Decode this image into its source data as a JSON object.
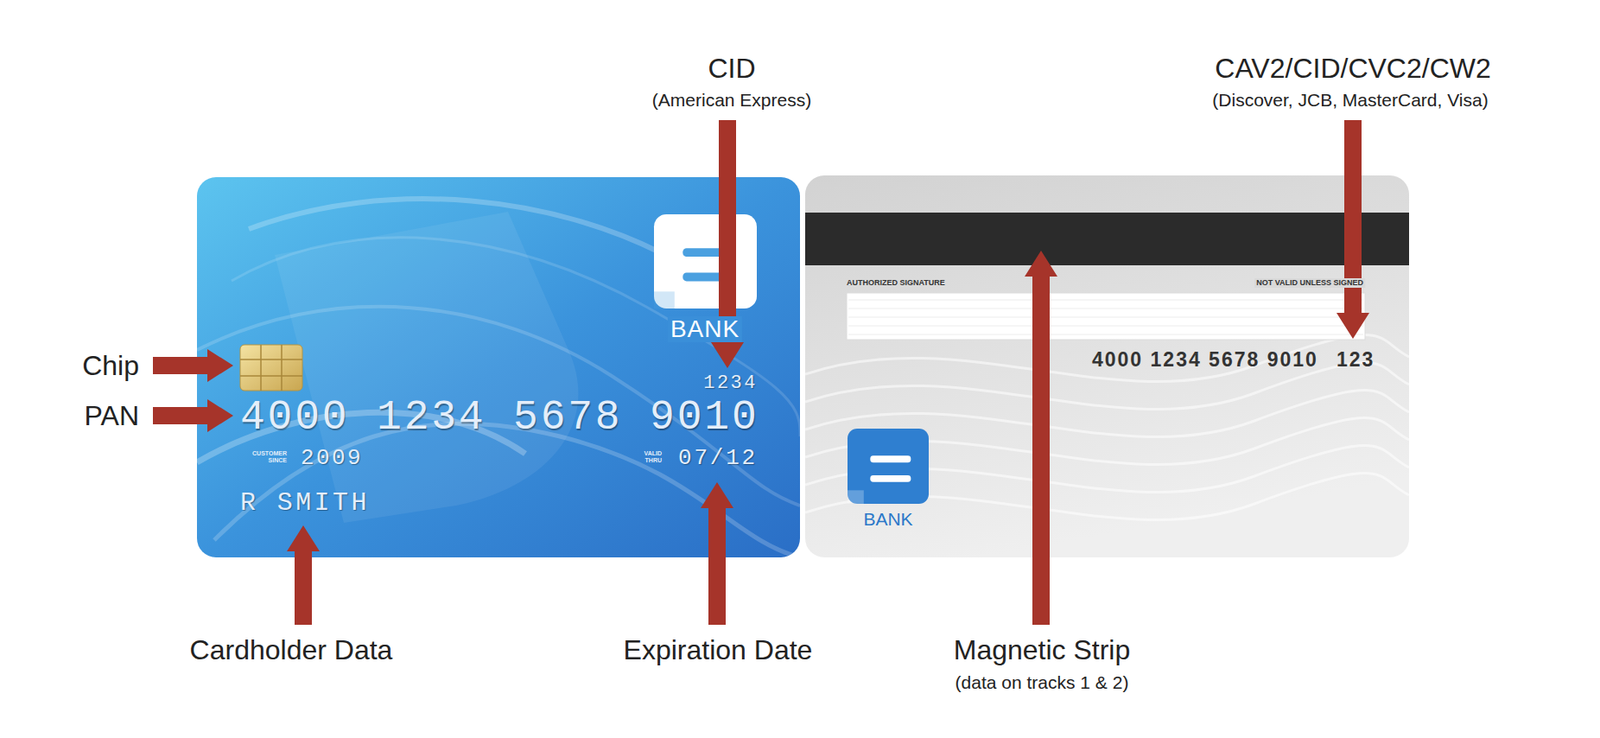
{
  "diagram": {
    "nodes": [
      {
        "text": [
          "BANK",
          "1234",
          "4000 1234 5678 9010",
          "CUSTOMER SINCE",
          "2009",
          "VALID THRU",
          "07/12",
          "R SMITH"
        ]
      },
      {
        "text": [
          "AUTHORIZED SIGNATURE",
          "NOT VALID UNLESS SIGNED",
          "4000 1234 5678 9010",
          "123",
          "BANK"
        ]
      }
    ],
    "labels": [
      "CID",
      "(American Express)",
      "CAV2/CID/CVC2/CW2",
      "(Discover, JCB, MasterCard, Visa)",
      "Chip",
      "PAN",
      "Cardholder Data",
      "Expiration Date",
      "Magnetic Strip",
      "(data on tracks 1 & 2)"
    ]
  }
}
